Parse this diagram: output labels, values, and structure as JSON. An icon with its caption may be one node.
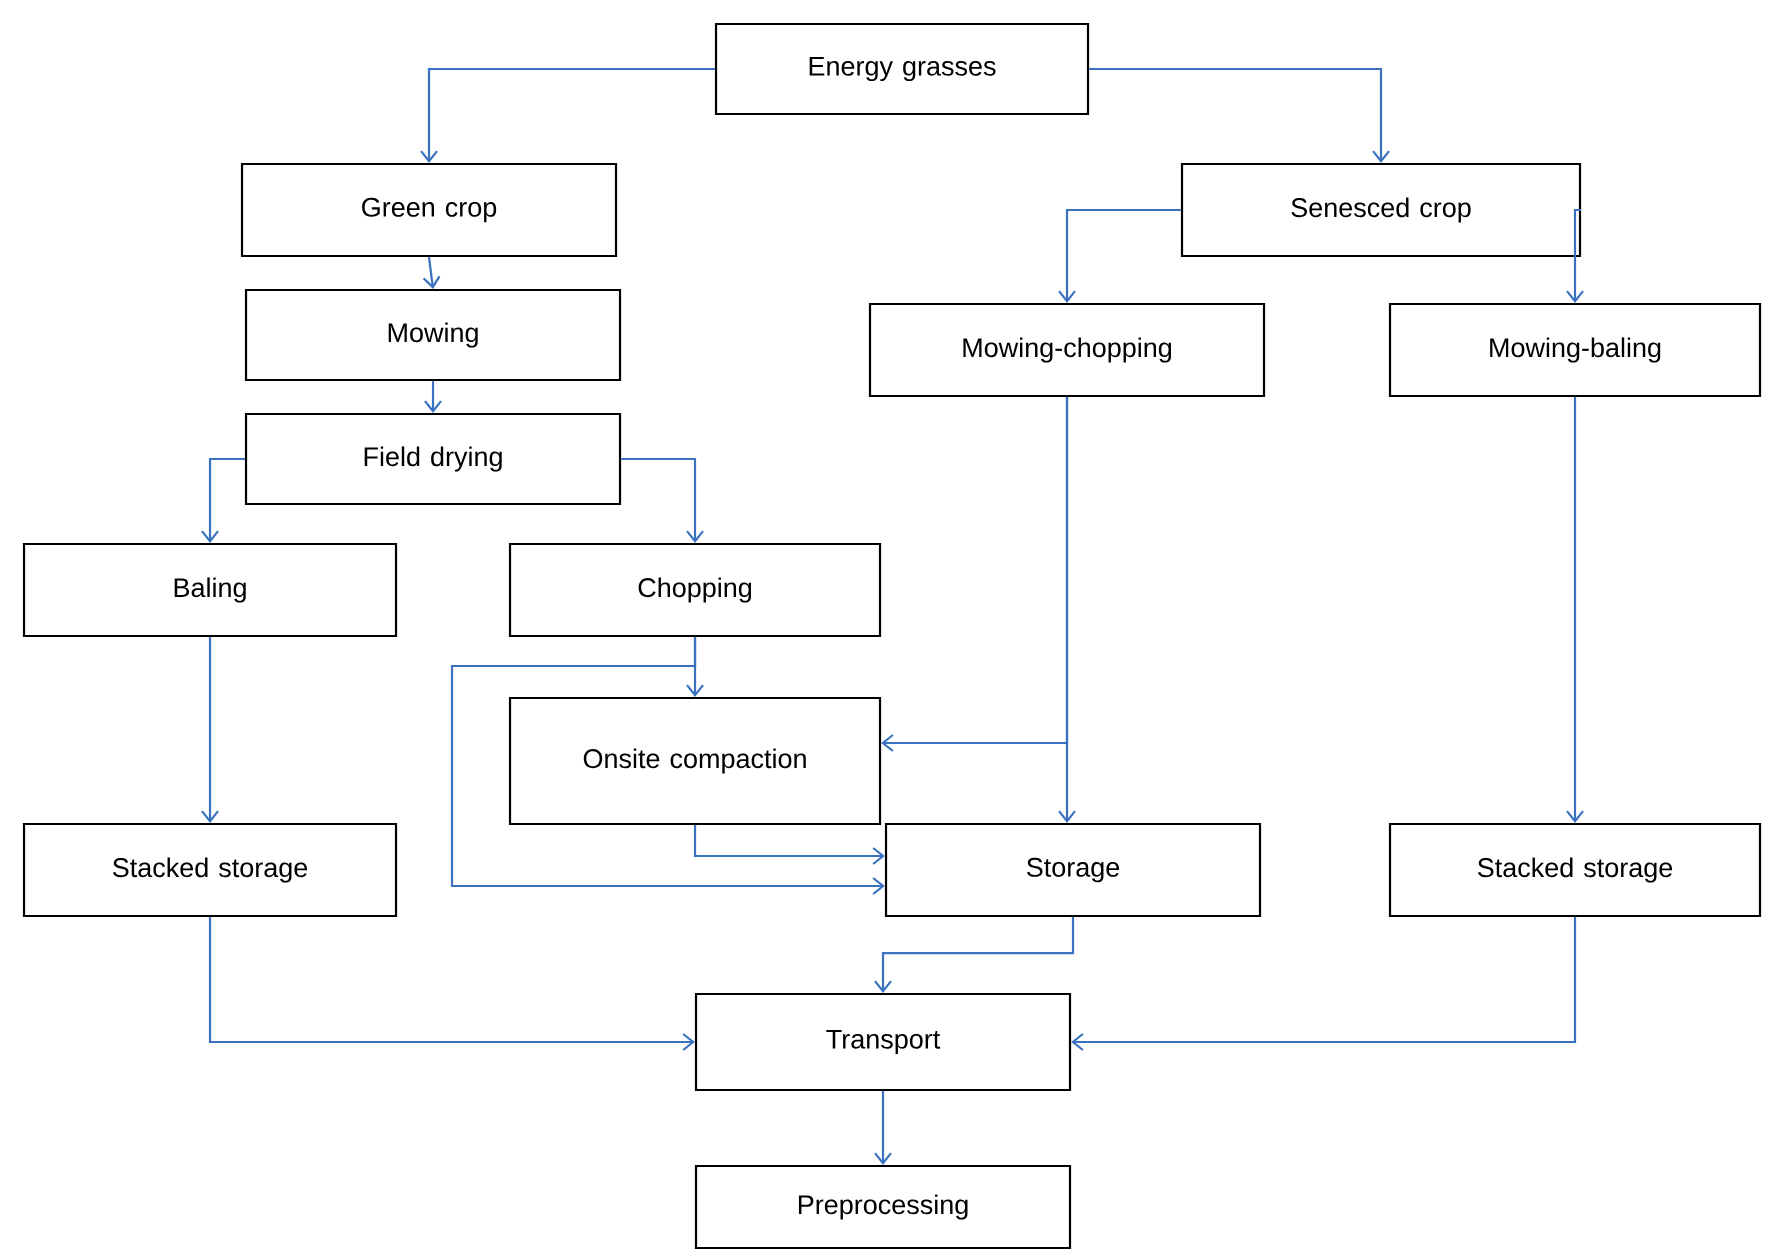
{
  "diagram": {
    "nodes": [
      {
        "text": [
          "Energy grasses"
        ]
      },
      {
        "text": [
          "Green crop"
        ]
      },
      {
        "text": [
          "Senesced crop"
        ]
      },
      {
        "text": [
          "Mowing"
        ]
      },
      {
        "text": [
          "Mowing-chopping"
        ]
      },
      {
        "text": [
          "Mowing-baling"
        ]
      },
      {
        "text": [
          "Field drying"
        ]
      },
      {
        "text": [
          "Baling"
        ]
      },
      {
        "text": [
          "Chopping"
        ]
      },
      {
        "text": [
          "Onsite compaction"
        ]
      },
      {
        "text": [
          "Stacked storage"
        ]
      },
      {
        "text": [
          "Storage"
        ]
      },
      {
        "text": [
          "Stacked storage"
        ]
      },
      {
        "text": [
          "Transport"
        ]
      },
      {
        "text": [
          "Preprocessing"
        ]
      }
    ],
    "edges": [
      {
        "from": 0,
        "to": 1,
        "arrow": "to"
      },
      {
        "from": 0,
        "to": 2,
        "arrow": "to"
      },
      {
        "from": 1,
        "to": 3,
        "arrow": "to"
      },
      {
        "from": 3,
        "to": 6,
        "arrow": "to"
      },
      {
        "from": 2,
        "to": 4,
        "arrow": "to"
      },
      {
        "from": 2,
        "to": 5,
        "arrow": "to"
      },
      {
        "from": 6,
        "to": 7,
        "arrow": "to"
      },
      {
        "from": 6,
        "to": 8,
        "arrow": "to"
      },
      {
        "from": 8,
        "to": 9,
        "arrow": "to"
      },
      {
        "from": 8,
        "to": 11,
        "arrow": "to"
      },
      {
        "from": 4,
        "to": 11,
        "arrow": "to"
      },
      {
        "from": 4,
        "to": 9,
        "arrow": "to"
      },
      {
        "from": 9,
        "to": 11,
        "arrow": "to"
      },
      {
        "from": 7,
        "to": 10,
        "arrow": "to"
      },
      {
        "from": 5,
        "to": 12,
        "arrow": "to"
      },
      {
        "from": 10,
        "to": 13,
        "arrow": "to"
      },
      {
        "from": 11,
        "to": 13,
        "arrow": "to"
      },
      {
        "from": 12,
        "to": 13,
        "arrow": "to"
      },
      {
        "from": 13,
        "to": 14,
        "arrow": "to"
      }
    ]
  }
}
